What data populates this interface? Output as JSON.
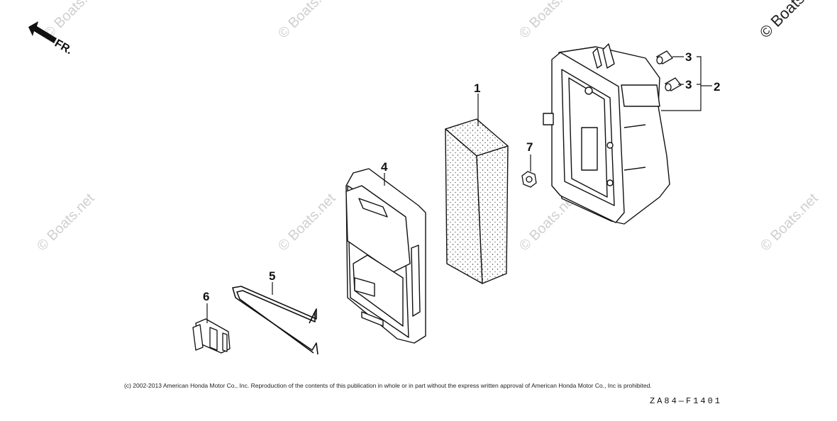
{
  "diagram": {
    "direction_label": "FR.",
    "watermark": "© Boats.net",
    "copyright": "(c) 2002-2013 American Honda Motor Co., Inc. Reproduction of the contents of this publication in whole or in part without the express written approval of American Honda Motor Co., Inc is prohibited.",
    "diagram_code": "ZA84—F1401",
    "callouts": [
      {
        "id": "1",
        "label": "1"
      },
      {
        "id": "2",
        "label": "2"
      },
      {
        "id": "3a",
        "label": "3"
      },
      {
        "id": "3b",
        "label": "3"
      },
      {
        "id": "4",
        "label": "4"
      },
      {
        "id": "5",
        "label": "5"
      },
      {
        "id": "6",
        "label": "6"
      },
      {
        "id": "7",
        "label": "7"
      }
    ]
  }
}
